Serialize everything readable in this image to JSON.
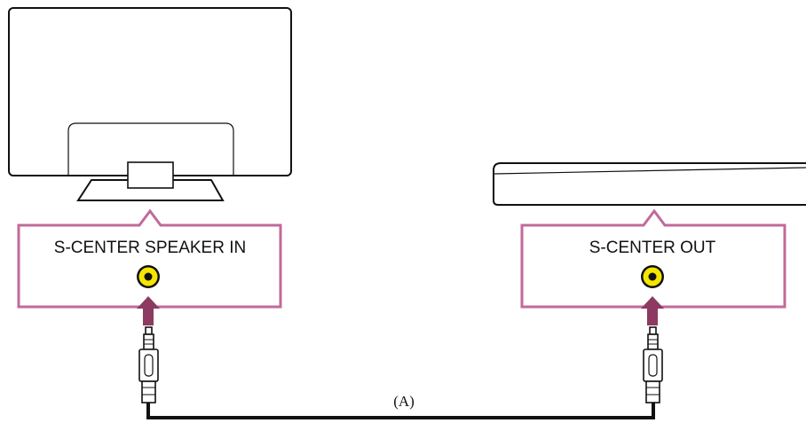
{
  "tv": {
    "callout_label": "S-CENTER SPEAKER IN"
  },
  "soundbar": {
    "callout_label": "S-CENTER OUT"
  },
  "cable": {
    "label": "(A)"
  },
  "colors": {
    "callout_border": "#c06a9a",
    "arrow": "#8c3a62",
    "jack_fill": "#f5e600",
    "outline": "#111111"
  }
}
